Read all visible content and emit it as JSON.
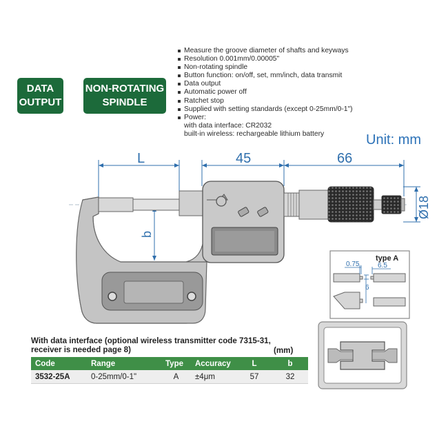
{
  "badges": {
    "data_output": [
      "DATA",
      "OUTPUT"
    ],
    "non_rotating": [
      "NON-ROTATING",
      "SPINDLE"
    ]
  },
  "features": [
    {
      "text": "Measure the groove diameter of shafts and keyways",
      "bullet": true
    },
    {
      "text": "Resolution 0.001mm/0.00005\"",
      "bullet": true
    },
    {
      "text": "Non-rotating spindle",
      "bullet": true
    },
    {
      "text": "Button function: on/off, set, mm/inch, data transmit",
      "bullet": true
    },
    {
      "text": "Data output",
      "bullet": true
    },
    {
      "text": "Automatic power off",
      "bullet": true
    },
    {
      "text": "Ratchet stop",
      "bullet": true
    },
    {
      "text": "Supplied with setting standards (except 0-25mm/0-1\")",
      "bullet": true
    },
    {
      "text": "Power:",
      "bullet": true
    },
    {
      "text": "with data interface: CR2032",
      "bullet": false
    },
    {
      "text": "built-in wireless: rechargeable lithium battery",
      "bullet": false
    }
  ],
  "unit_label": "Unit: mm",
  "dimensions": {
    "L": "L",
    "d45": "45",
    "d66": "66",
    "b": "b",
    "dia": "Ø18"
  },
  "detail": {
    "title": "type A",
    "d075": "0.75",
    "d65": "6.5",
    "d6": "6"
  },
  "table": {
    "title_line1": "With data interface (optional wireless transmitter code 7315-31,",
    "title_line2": "receiver is needed page 8)",
    "unit": "(mm)",
    "headers": [
      "Code",
      "Range",
      "Type",
      "Accuracy",
      "L",
      "b"
    ],
    "rows": [
      [
        "3532-25A",
        "0-25mm/0-1\"",
        "A",
        "±4μm",
        "57",
        "32"
      ]
    ]
  },
  "colors": {
    "badge_green": "#1c6a3a",
    "table_header_green": "#3f8f47",
    "dimension_blue": "#2f6fad",
    "body_gray": "#c8c8c8"
  }
}
